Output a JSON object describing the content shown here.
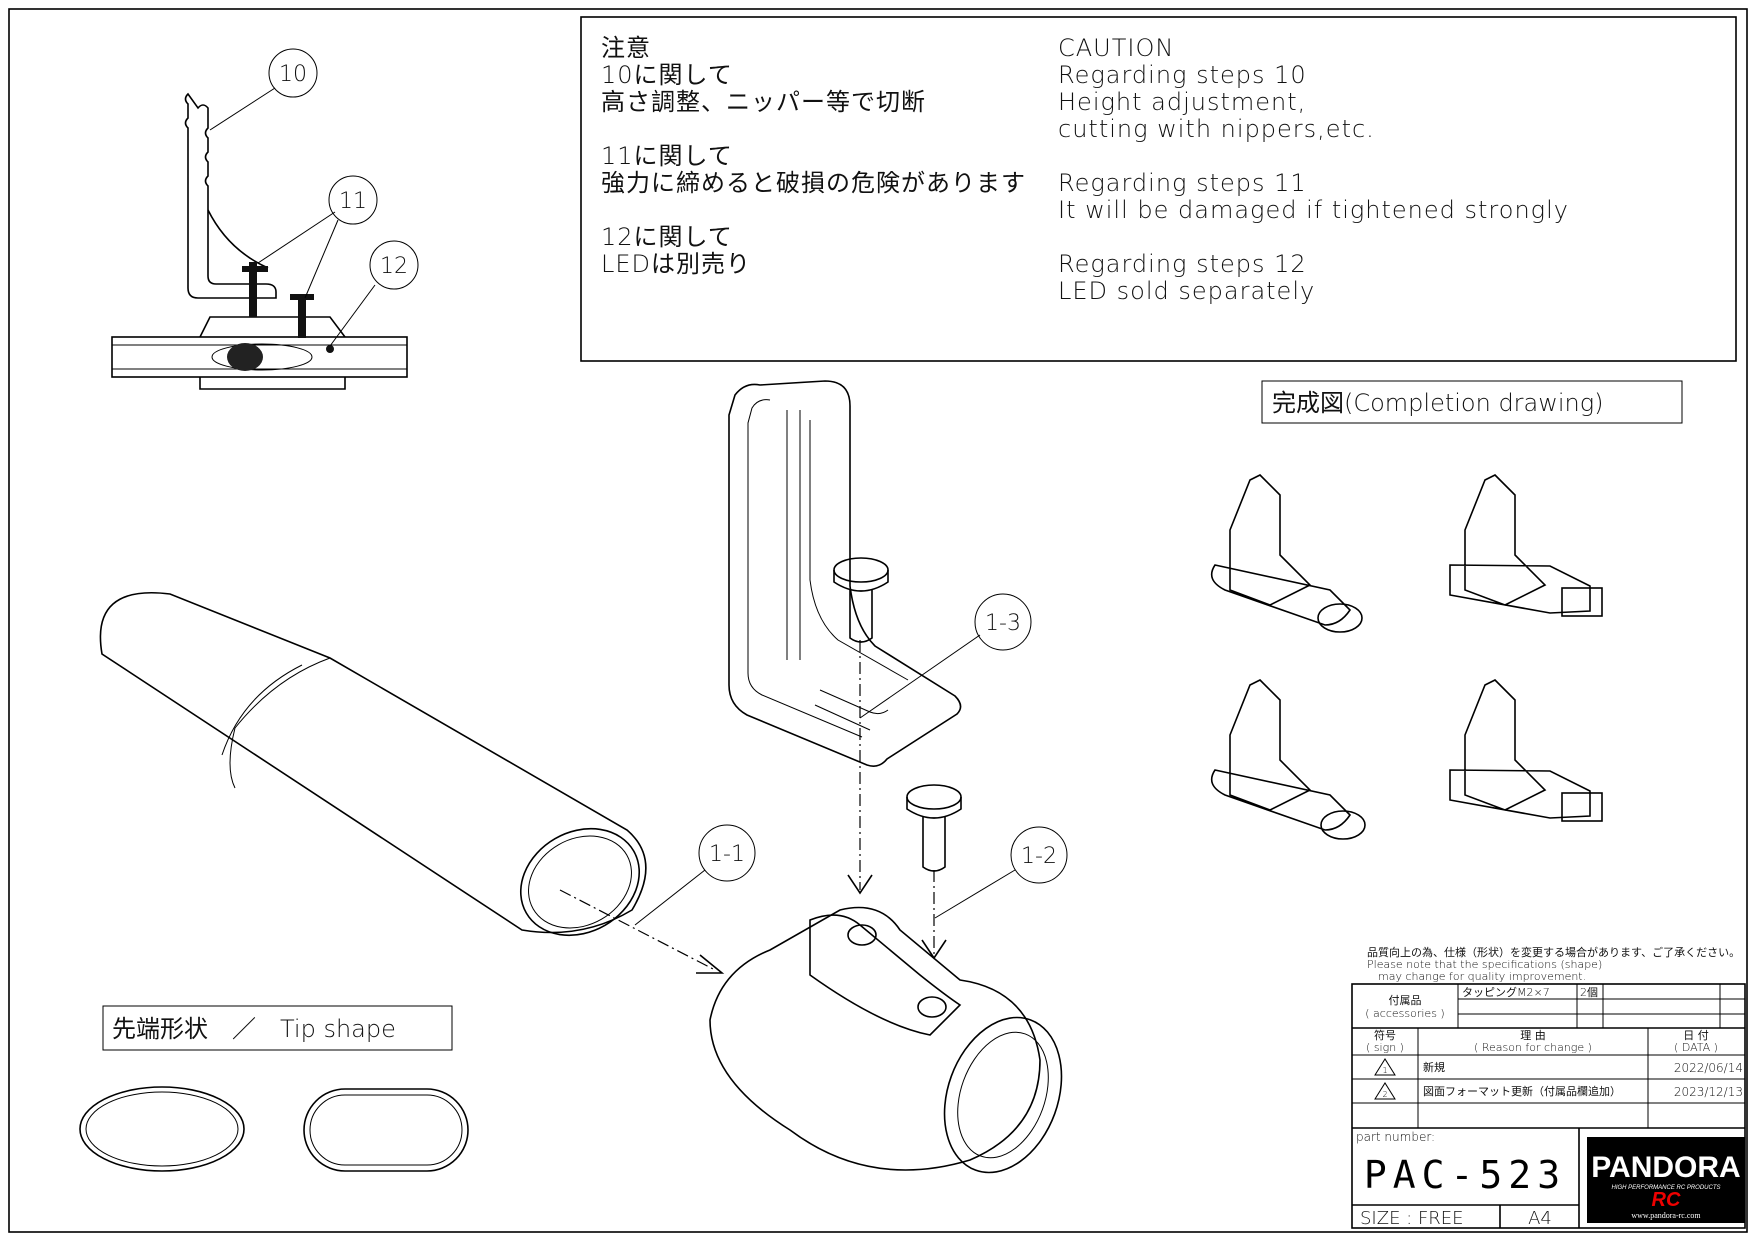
{
  "caution": {
    "jp": [
      "注意",
      "10に関して",
      "高さ調整、ニッパー等で切断",
      "11に関して",
      "強力に締めると破損の危険があります",
      "12に関して",
      "LEDは別売り"
    ],
    "en": [
      "CAUTION",
      "Regarding steps 10",
      "Height adjustment,",
      "cutting with nippers,etc.",
      "Regarding steps 11",
      "It will be damaged if tightened strongly",
      "Regarding steps 12",
      "LED sold separately"
    ]
  },
  "completion_label": "完成図(Completion drawing)",
  "tip_shape_label": "先端形状　／　Tip shape",
  "callouts": {
    "c10": "10",
    "c11": "11",
    "c12": "12",
    "c13": "1-3",
    "c11b": "1-1",
    "c12b": "1-2"
  },
  "title_block": {
    "notice": [
      "品質向上の為、仕様（形状）を変更する場合があります、ご了承ください。",
      "Please note that the specifications (shape)",
      "may change for quality improvement."
    ],
    "accessories_label_jp": "付属品",
    "accessories_label_en": "( accessories )",
    "accessories": [
      {
        "name": "タッピングM2×7",
        "qty": "2個"
      }
    ],
    "sign_header_jp": "符号",
    "sign_header_en": "( sign )",
    "reason_header_jp": "理 由",
    "reason_header_en": "( Reason for change )",
    "date_header_jp": "日 付",
    "date_header_en": "( DATA )",
    "revisions": [
      {
        "sign": "1",
        "reason": "新規",
        "date": "2022/06/14"
      },
      {
        "sign": "2",
        "reason": "図面フォーマット更新（付属品欄追加）",
        "date": "2023/12/13"
      }
    ],
    "part_number_label": "part number:",
    "part_number": "PAC-523",
    "size": "SIZE : FREE",
    "paper": "A4",
    "logo": {
      "brand": "PANDORA",
      "tagline": "HIGH PERFORMANCE RC PRODUCTS",
      "sub": "RC",
      "url": "www.pandora-rc.com"
    }
  }
}
